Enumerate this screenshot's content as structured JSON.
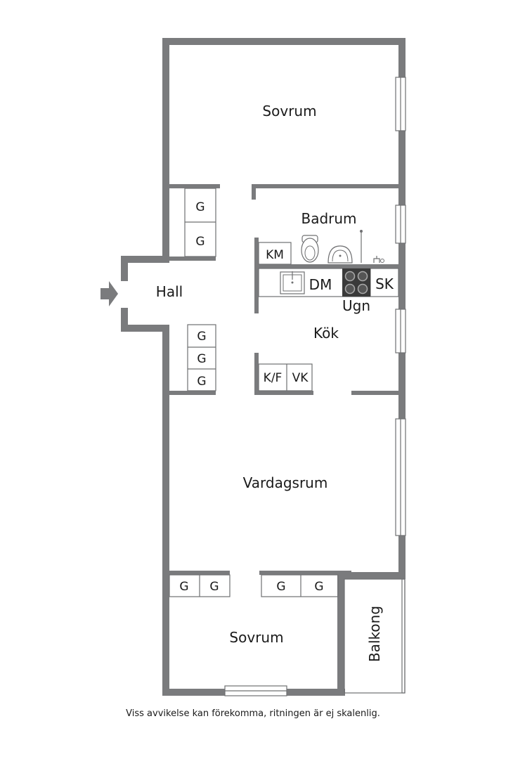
{
  "rooms": {
    "sovrum_top": "Sovrum",
    "badrum": "Badrum",
    "hall": "Hall",
    "kok": "Kök",
    "vardagsrum": "Vardagsrum",
    "sovrum_bottom": "Sovrum",
    "balkong": "Balkong"
  },
  "fixtures": {
    "garderob": "G",
    "km": "KM",
    "dm": "DM",
    "sk": "SK",
    "ugn": "Ugn",
    "kf": "K/F",
    "vk": "VK"
  },
  "icons": {
    "entry": "entrance-arrow-icon",
    "toilet": "toilet-icon",
    "sink": "washbasin-icon",
    "kitchen_sink": "kitchen-sink-icon",
    "stove": "stove-icon"
  },
  "colors": {
    "wall": "#7a7b7d",
    "stove": "#3a3a3a"
  },
  "disclaimer": "Viss avvikelse kan förekomma, ritningen är ej skalenlig."
}
